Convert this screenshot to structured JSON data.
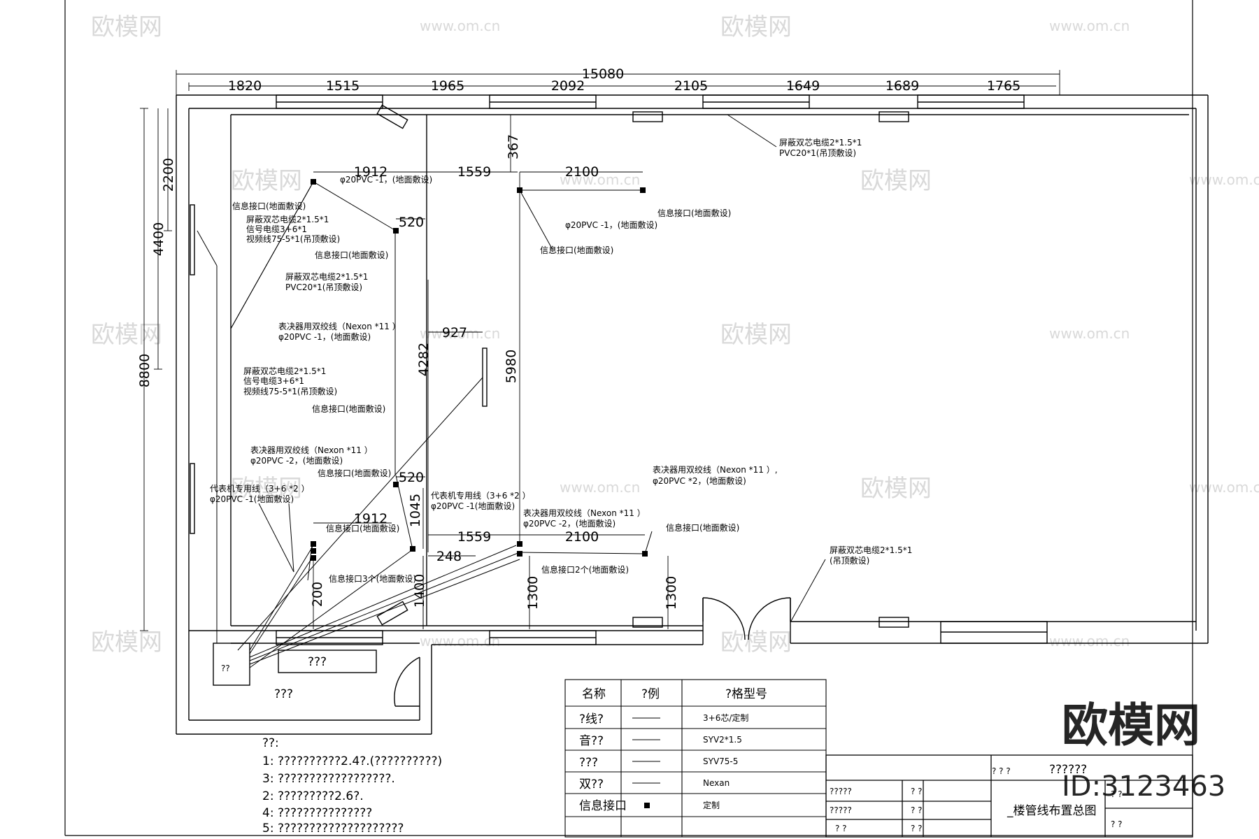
{
  "dims": {
    "total": "15080",
    "top": [
      "1820",
      "1515",
      "1965",
      "2092",
      "2105",
      "1649",
      "1689",
      "1765"
    ],
    "left_2200": "2200",
    "left_4400": "4400",
    "left_8800": "8800",
    "d367": "367",
    "d1912_a": "1912",
    "d1559_a": "1559",
    "d2100_a": "2100",
    "d520_a": "520",
    "d927": "927",
    "d4282": "4282",
    "d5980": "5980",
    "d520_b": "520",
    "d1912_b": "1912",
    "d1045": "1045",
    "d1559_b": "1559",
    "d2100_b": "2100",
    "d248": "248",
    "d200": "200",
    "d1400": "1400",
    "d1300_a": "1300",
    "d1300_b": "1300"
  },
  "labels": {
    "info_port_1": "信息接口(地面敷设)",
    "pvc_1": "φ20PVC -1，(地面敷设)",
    "cable_group_1": [
      "屏蔽双芯电缆2*1.5*1",
      "信号电缆3+6*1",
      "视频线75-5*1(吊顶敷设)"
    ],
    "info_port_2": "信息接口(地面敷设)",
    "ceiling_cable_1": [
      "屏蔽双芯电缆2*1.5*1",
      "PVC20*1(吊顶敷设)"
    ],
    "vote_cable_1": [
      "表决器用双绞线（Nexon *11 ）",
      "φ20PVC -1，(地面敷设)"
    ],
    "cable_group_2": [
      "屏蔽双芯电缆2*1.5*1",
      "信号电缆3+6*1",
      "视频线75-5*1(吊顶敷设)"
    ],
    "info_port_3": "信息接口(地面敷设)",
    "vote_cable_2": [
      "表决器用双绞线（Nexon *11 ）",
      "φ20PVC -2，(地面敷设)"
    ],
    "info_port_4": "信息接口(地面敷设)",
    "rep_cable_1": [
      "代表机专用线（3+6 *2 ）",
      "φ20PVC -1(地面敷设)"
    ],
    "info_port_5": "信息接口(地面敷设)",
    "info_port_3x": "信息接口3个(地面敷设)",
    "rep_cable_2": [
      "代表机专用线（3+6 *2 ）",
      "φ20PVC -1(地面敷设)"
    ],
    "vote_cable_3": [
      "表决器用双绞线（Nexon *11 ）",
      "φ20PVC -2，(地面敷设)"
    ],
    "info_port_2x": "信息接口2个(地面敷设)",
    "vote_cable_4": [
      "表决器用双绞线（Nexon *11 ）,",
      "φ20PVC *2，(地面敷设)"
    ],
    "info_port_6": "信息接口(地面敷设)",
    "ceiling_cable_r": [
      "屏蔽双芯电缆2*1.5*1",
      "PVC20*1(吊顶敷设)"
    ],
    "ceiling_cable_b": [
      "屏蔽双芯电缆2*1.5*1",
      "(吊顶敷设)"
    ],
    "pvc_top_right": "φ20PVC -1，(地面敷设)",
    "info_port_tr": "信息接口(地面敷设)",
    "info_port_tm": "信息接口(地面敷设)",
    "room_control": "??",
    "room_box": "???",
    "room_below": "???"
  },
  "notes": {
    "heading": "??:",
    "lines": [
      "1: ??????????2.4?.(??????????)",
      "3: ??????????????????.",
      "2: ?????????2.6?.",
      "4: ???????????????",
      "5: ????????????????????"
    ]
  },
  "legend": {
    "headers": [
      "名称",
      "?例",
      "?格型号"
    ],
    "rows": [
      {
        "name": "?线?",
        "spec": "3+6芯/定制",
        "symbol": "line"
      },
      {
        "name": "音??",
        "spec": "SYV2*1.5",
        "symbol": "line"
      },
      {
        "name": "???",
        "spec": "SYV75-5",
        "symbol": "line"
      },
      {
        "name": "双??",
        "spec": "Nexan",
        "symbol": "line"
      },
      {
        "name": "信息接口",
        "spec": "定制",
        "symbol": "square"
      }
    ]
  },
  "title_block": {
    "cells_left": [
      "?????",
      "?????",
      "?  ?"
    ],
    "cells_mid": [
      "?  ?",
      "?  ?",
      "?  ?"
    ],
    "top_label": "?  ?  ?",
    "top_value": "??????",
    "drawing_name": "_楼管线布置总图",
    "right_cells": [
      "?  ?",
      "?  ?"
    ]
  },
  "watermark": {
    "brand": "欧模网",
    "site": "www.om.cn",
    "site_short": "om.cn",
    "id": "ID:3123463"
  }
}
